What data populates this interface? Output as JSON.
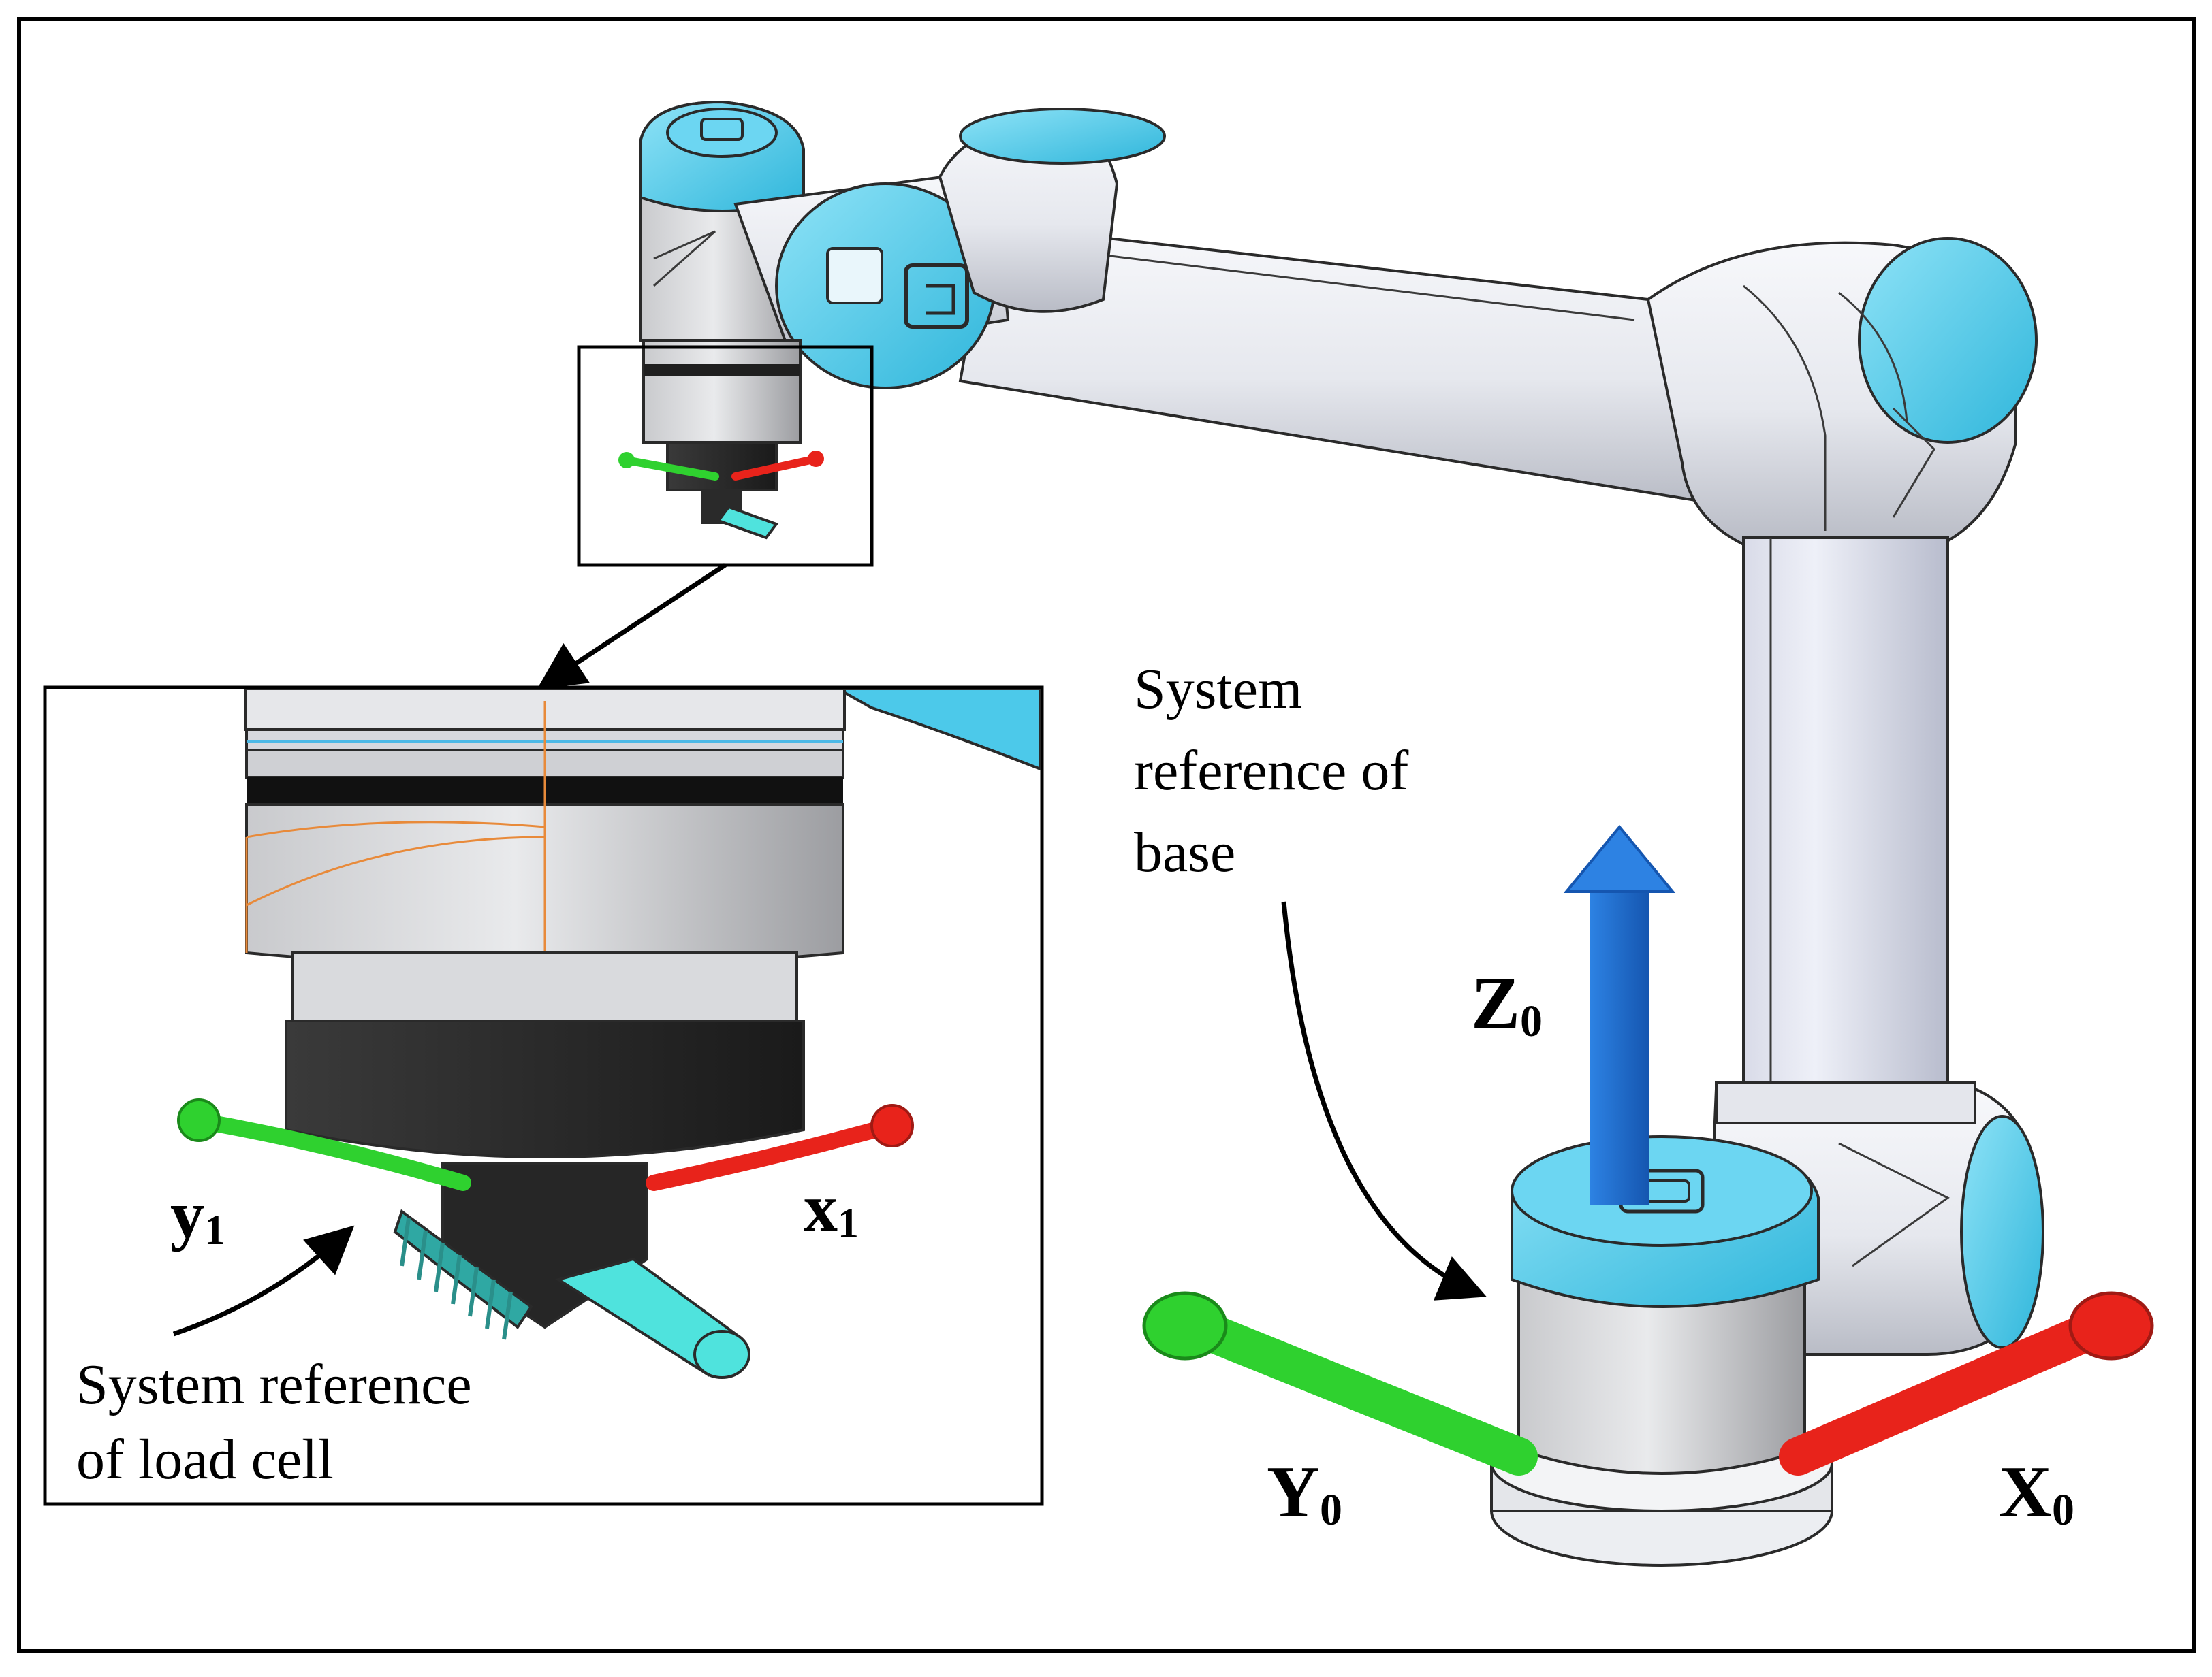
{
  "base_reference": {
    "caption_lines": [
      "System",
      "reference of",
      "base"
    ],
    "z_axis": {
      "main": "Z",
      "sub": "0"
    },
    "x_axis": {
      "main": "X",
      "sub": "0"
    },
    "y_axis": {
      "main": "Y",
      "sub": "0"
    }
  },
  "load_cell_reference": {
    "caption_lines": [
      "System reference",
      "of load cell"
    ],
    "x_axis": {
      "main": "x",
      "sub": "1"
    },
    "y_axis": {
      "main": "y",
      "sub": "1"
    }
  },
  "colors": {
    "x_axis": "#e8231b",
    "y_axis": "#2fd12f",
    "z_axis": "#1f6fd6",
    "joint_cap": "#4cc9ea",
    "link_body": "#e9ebef",
    "tool": "#4fe3dd",
    "sensor": "#2b2b2b"
  }
}
